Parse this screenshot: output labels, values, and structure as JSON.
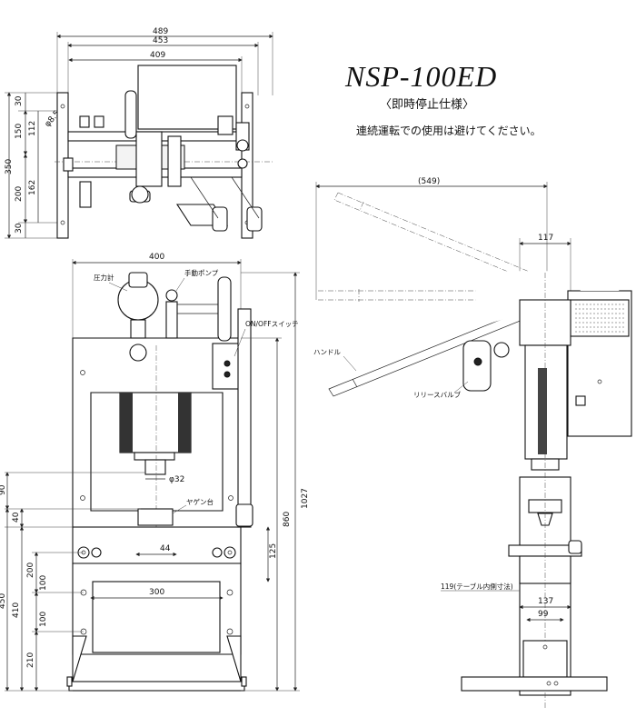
{
  "header": {
    "model": "NSP-100ED",
    "spec": "〈即時停止仕様〉",
    "note": "連続運転での使用は避けてください。"
  },
  "top_view": {
    "w489": "489",
    "w453": "453",
    "w409": "409",
    "h30a": "30",
    "h150": "150",
    "h112": "112",
    "phi": "φ8.5",
    "h350": "350",
    "h200": "200",
    "h162": "162",
    "h30b": "30"
  },
  "front_view": {
    "w400": "400",
    "w300": "300",
    "w44": "44",
    "phi32": "φ32",
    "h1027": "1027",
    "h860": "860",
    "h125": "125",
    "h90": "90",
    "h40": "40",
    "h450": "450",
    "h200": "200",
    "h410": "410",
    "h100a": "100",
    "h100b": "100",
    "h210": "210",
    "labels": {
      "pressure_gauge": "圧力計",
      "hand_pump": "手動ポンプ",
      "switch": "ON/OFFスイッチ",
      "anvil": "ヤゲン台"
    }
  },
  "side_view": {
    "w549": "(549)",
    "w117": "117",
    "w119": "119(テーブル内側寸法)",
    "w137": "137",
    "w99": "99",
    "labels": {
      "handle": "ハンドル",
      "release_valve": "リリースバルブ"
    }
  }
}
